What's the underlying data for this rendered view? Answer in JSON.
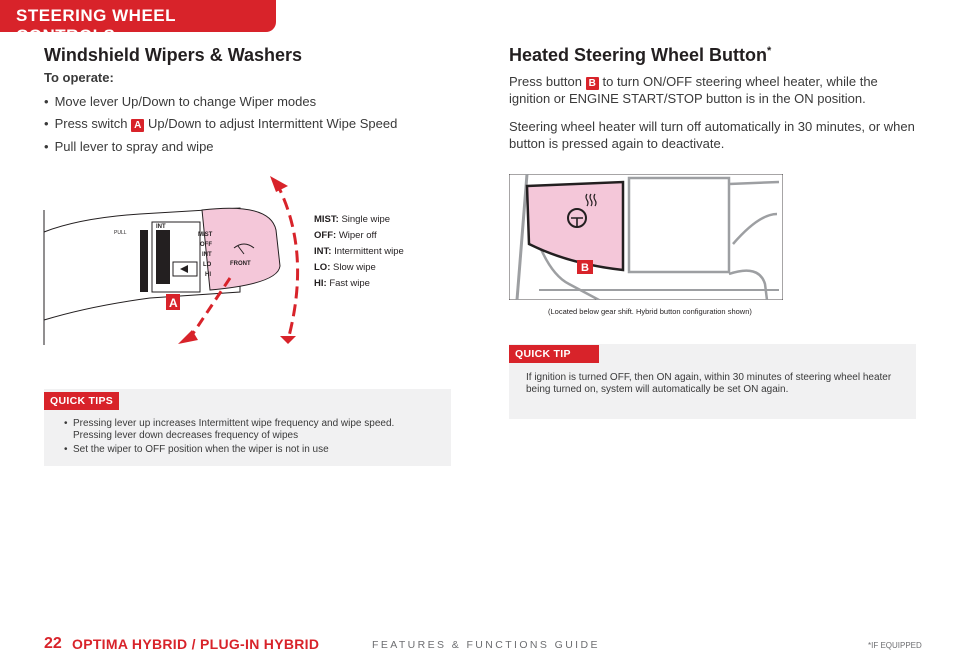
{
  "header": {
    "tab_label": "STEERING WHEEL CONTROLS"
  },
  "wipers": {
    "title": "Windshield Wipers & Washers",
    "subtitle": "To operate:",
    "bullet1": "Move lever Up/Down to change Wiper modes",
    "bullet2_pre": "Press switch",
    "bullet2_key": "A",
    "bullet2_post": "Up/Down to adjust Intermittent Wipe Speed",
    "bullet3": "Pull lever to spray and wipe",
    "legend": [
      {
        "k": "MIST:",
        "v": "Single wipe"
      },
      {
        "k": "OFF:",
        "v": "Wiper off"
      },
      {
        "k": "INT:",
        "v": "Intermittent wipe"
      },
      {
        "k": "LO:",
        "v": "Slow wipe"
      },
      {
        "k": "HI:",
        "v": "Fast wipe"
      }
    ],
    "diagram": {
      "callout": "A",
      "labels": {
        "pull": "PULL",
        "int": "INT",
        "mist": "MIST",
        "off": "OFF",
        "int2": "INT",
        "lo": "LO",
        "hi": "HI",
        "front": "FRONT"
      }
    },
    "quick_tips": {
      "label": "QUICK TIPS",
      "tip1": "Pressing lever up increases Intermittent wipe frequency and wipe speed. Pressing lever down decreases frequency of wipes",
      "tip2": "Set the wiper to OFF position when the wiper is not in use"
    }
  },
  "heated": {
    "title": "Heated Steering Wheel Button",
    "title_mark": "*",
    "p1_pre": "Press button",
    "p1_key": "B",
    "p1_post": "to turn ON/OFF steering wheel heater, while the ignition or ENGINE START/STOP button is in the ON position.",
    "p2": "Steering wheel heater will turn off automatically in 30 minutes, or when button is pressed again to deactivate.",
    "callout": "B",
    "caption": "(Located below gear shift. Hybrid button configuration shown)",
    "quick_tip": {
      "label": "QUICK TIP",
      "text": "If ignition is turned OFF, then ON again, within 30 minutes of steering wheel heater being turned on, system will automatically be set ON again."
    }
  },
  "footer": {
    "page": "22",
    "title": "OPTIMA HYBRID / PLUG-IN HYBRID",
    "guide": "FEATURES & FUNCTIONS GUIDE",
    "if_equipped": "*IF EQUIPPED"
  },
  "colors": {
    "accent": "#d8232a",
    "pink": "#f4c7d9",
    "tip_bg": "#f1f1f2"
  }
}
